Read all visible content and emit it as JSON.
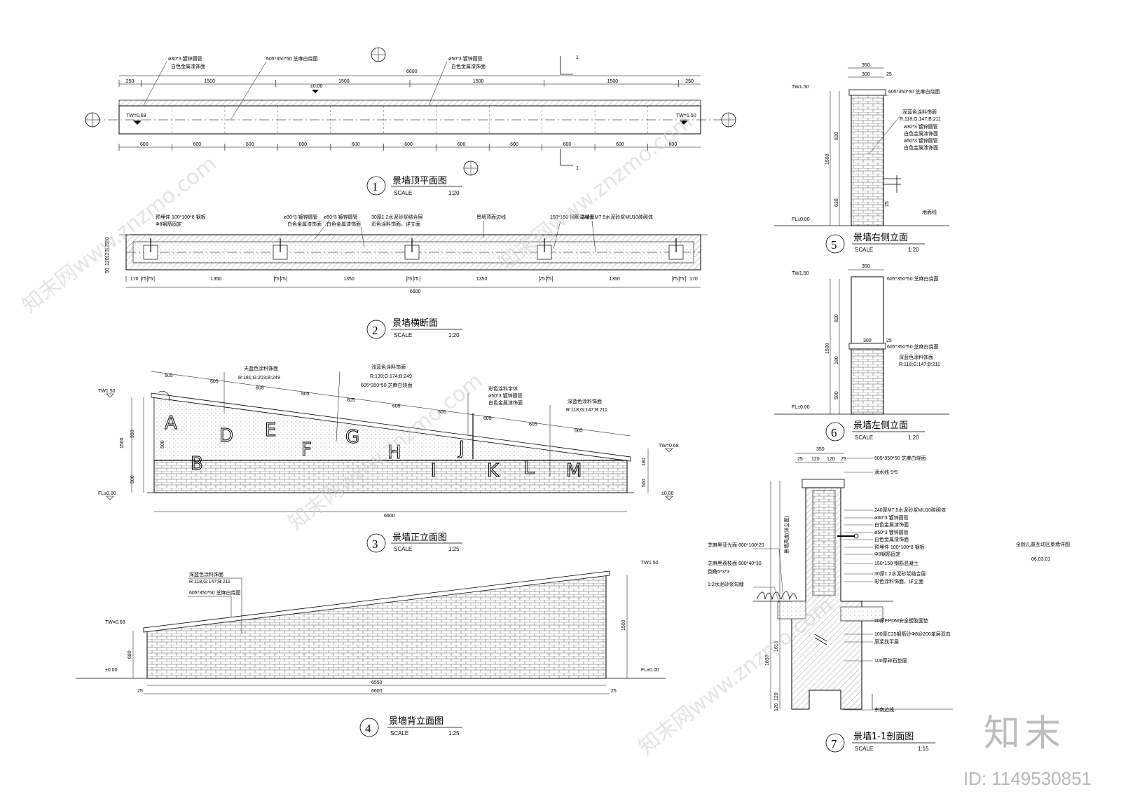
{
  "views": {
    "v1": {
      "no": "1",
      "title": "景墙顶平面图",
      "scale_label": "SCALE",
      "scale": "1:20"
    },
    "v2": {
      "no": "2",
      "title": "景墙横断面",
      "scale_label": "SCALE",
      "scale": "1:20"
    },
    "v3": {
      "no": "3",
      "title": "景墙正立面图",
      "scale_label": "SCALE",
      "scale": "1:25"
    },
    "v4": {
      "no": "4",
      "title": "景墙背立面图",
      "scale_label": "SCALE",
      "scale": "1:25"
    },
    "v5": {
      "no": "5",
      "title": "景墙右侧立面",
      "scale_label": "SCALE",
      "scale": "1:20"
    },
    "v6": {
      "no": "6",
      "title": "景墙左侧立面",
      "scale_label": "SCALE",
      "scale": "1:20"
    },
    "v7": {
      "no": "7",
      "title": "景墙1-1剖面图",
      "scale_label": "SCALE",
      "scale": "1:15"
    }
  },
  "plan": {
    "top_notes": [
      "ø30*3 镀锌圆管",
      "白色金属漆饰面",
      "605*350*50 芝麻白烧面",
      "ø50*3 镀锌圆管",
      "白色金属漆饰面"
    ],
    "overall": "6600",
    "top_dims": [
      "250",
      "1500",
      "1500",
      "1500",
      "1500",
      "250"
    ],
    "bottom_dims": [
      "600",
      "600",
      "600",
      "600",
      "600",
      "600",
      "600",
      "600",
      "600",
      "600",
      "600"
    ],
    "tw_left": "TW=0.68",
    "tw_right": "TW=1.50",
    "elev": "±0.00",
    "section_mark": "1"
  },
  "cross": {
    "notes": [
      "预埋件 100*100*8 钢板",
      "Φ8钢筋固定",
      "ø30*3 镀锌圆管",
      "白色金属漆饰面",
      "ø50*3 镀锌圆管",
      "白色金属漆饰面",
      "30厚1:2水泥砂浆结合层",
      "彩色涂料饰面，详立面",
      "景墙顶面边线",
      "150*150 钢筋混凝土",
      "240厚M7.5水泥砂浆MU10砖砌体"
    ],
    "dims": [
      "170",
      "75",
      "75",
      "1350",
      "75",
      "75",
      "1350",
      "75",
      "75",
      "1350",
      "75",
      "75",
      "1350",
      "75",
      "75",
      "170"
    ],
    "overall": "6600",
    "left_dims": [
      "50",
      "125",
      "120",
      "120",
      "50"
    ]
  },
  "front": {
    "notes": [
      "天蓝色涂料饰面",
      "R:181;G:203;B:249",
      "浅蓝色涂料饰面",
      "R:139;G:174;B:249",
      "605*350*50 芝麻白烧面",
      "彩色涂料字体",
      "ø50*3 镀锌圆管",
      "白色金属漆饰面",
      "深蓝色涂料饰面",
      "R:118;G:147;B:211"
    ],
    "top_dims": [
      "605",
      "605",
      "605",
      "605",
      "605",
      "605",
      "605",
      "605",
      "605",
      "605"
    ],
    "letters_top": [
      "A",
      "D",
      "E",
      "F",
      "G",
      "H",
      "J"
    ],
    "letters_bottom": [
      "B",
      "I",
      "K",
      "L",
      "M"
    ],
    "tw_left": "TW1.50",
    "fl": "FL±0.00",
    "tw_right": "TW=0.68",
    "elev_right": "±0.00",
    "left_dims": [
      "950",
      "1500",
      "500",
      "500"
    ],
    "right_dims": [
      "180",
      "500"
    ],
    "overall": "6600"
  },
  "back": {
    "notes": [
      "深蓝色涂料饰面",
      "R:118;G:147;B:211",
      "605*350*50 芝麻白烧面"
    ],
    "tw_left": "TW=0.68",
    "elev_left": "±0.00",
    "tw_right": "TW1.50",
    "fl_right": "FL±0.00",
    "inner": "6550",
    "overall": "6600",
    "end_dims": [
      "25",
      "25"
    ],
    "left_dim": "680",
    "right_dim": "1500"
  },
  "right_side": {
    "top_dims": [
      "350",
      "300",
      "25"
    ],
    "notes": [
      "605*350*50 芝麻白烧面",
      "深蓝色涂料饰面",
      "R:118;G:147;B:211",
      "ø30*3 镀锌圆管",
      "白色金属漆饰面",
      "ø50*3 镀锌圆管",
      "白色金属漆饰面",
      "地面线"
    ],
    "tw": "TW1.50",
    "fl": "FL±0.00",
    "dims": [
      "820",
      "1500",
      "630",
      "25"
    ]
  },
  "left_side": {
    "top_dim": "350",
    "mid_dims": [
      "300",
      "25"
    ],
    "notes": [
      "605*350*50 芝麻白烧面",
      "605*350*50 芝麻白烧面",
      "深蓝色涂料饰面",
      "R:118;G:147;B:211"
    ],
    "tw": "TW1.50",
    "fl": "FL±0.00",
    "dims": [
      "820",
      "1500",
      "180",
      "500"
    ]
  },
  "section": {
    "top_dims": [
      "350",
      "25",
      "120",
      "120",
      "25"
    ],
    "notes_right": [
      "605*350*50 芝麻白烧面",
      "滴水线 5*5",
      "240厚M7.5水泥砂浆MU10砖砌体",
      "ø30*3 镀锌圆管",
      "白色金属漆饰面",
      "ø50*3 镀锌圆管",
      "白色金属漆饰面",
      "预埋件 100*100*8 钢板",
      "Φ8钢筋固定",
      "150*150 钢筋混凝土",
      "30厚1:2水泥砂浆结合层",
      "彩色涂料饰面，详立面",
      "20厚EPDM安全塑胶面垫",
      "100厚C25钢筋砼Φ8@200单层双向",
      "原浆找平层",
      "100厚碎石垫层",
      "东南边线"
    ],
    "notes_left": [
      "芝麻黑亚光面 600*100*20",
      "芝麻黑荔枝面 600*40*30",
      "倒角5*3*3",
      "1:2水泥砂浆勾缝"
    ],
    "left_dims": [
      "1850",
      "1610",
      "120",
      "120"
    ],
    "side_note": "景墙高度(详立面)"
  },
  "sheet_info": {
    "title": "全龄儿童互动区景墙详图",
    "code": "06.03.01"
  },
  "watermark": {
    "text": "知末网www.znzmo.com",
    "brand": "知末",
    "id": "ID: 1149530851"
  }
}
